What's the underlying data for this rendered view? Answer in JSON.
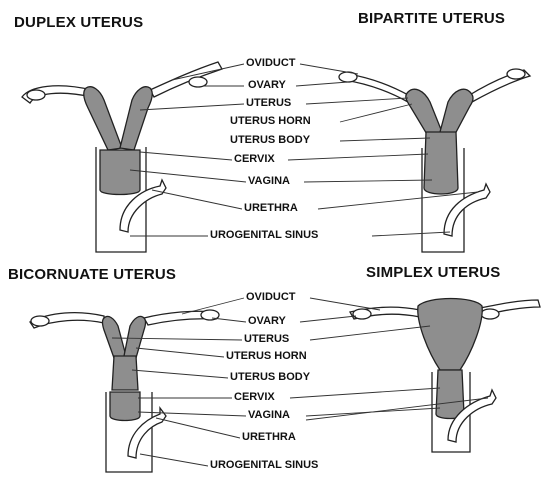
{
  "top": {
    "title_left": "DUPLEX UTERUS",
    "title_right": "BIPARTITE UTERUS",
    "labels": {
      "oviduct": "OVIDUCT",
      "ovary": "OVARY",
      "uterus": "UTERUS",
      "uterus_horn": "UTERUS HORN",
      "uterus_body": "UTERUS BODY",
      "cervix": "CERVIX",
      "vagina": "VAGINA",
      "urethra": "URETHRA",
      "urogenital_sinus": "UROGENITAL SINUS"
    }
  },
  "bottom": {
    "title_left": "BICORNUATE UTERUS",
    "title_right": "SIMPLEX UTERUS",
    "labels": {
      "oviduct": "OVIDUCT",
      "ovary": "OVARY",
      "uterus": "UTERUS",
      "uterus_horn": "UTERUS HORN",
      "uterus_body": "UTERUS BODY",
      "cervix": "CERVIX",
      "vagina": "VAGINA",
      "urethra": "URETHRA",
      "urogenital_sinus": "UROGENITAL SINUS"
    }
  },
  "colors": {
    "fill": "#8e8e8e",
    "outline": "#222222",
    "background": "#ffffff"
  }
}
